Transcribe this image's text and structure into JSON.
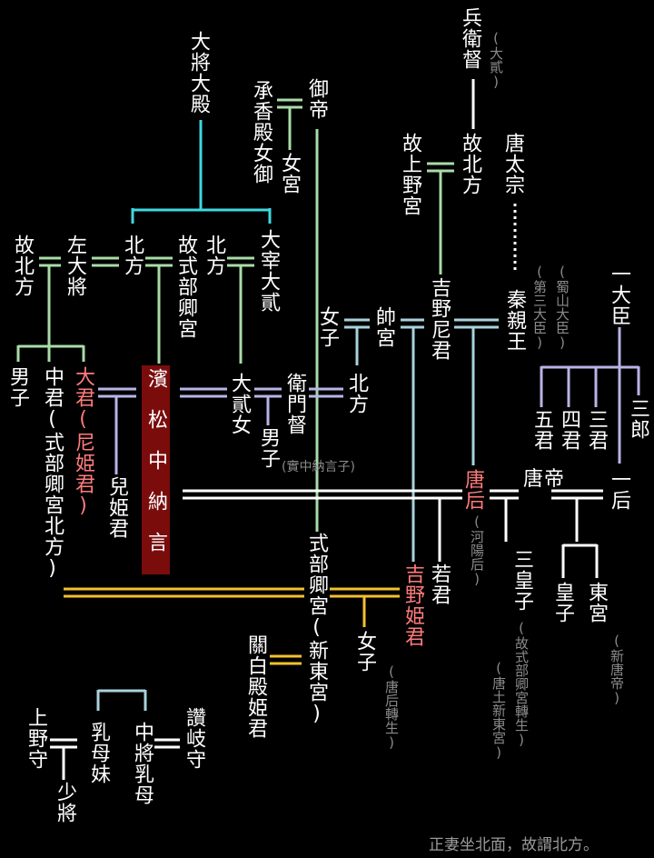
{
  "nodes": {
    "hyoefu": "兵衛督",
    "hyoefu_note": "(大貳)",
    "kohokuho_r": "故北方",
    "tou_taiso": "唐太宗",
    "shinshinno_note": "(第三大臣)",
    "shokuzan_note": "(蜀山大臣)",
    "kojo_yano_miya": "故上野宮",
    "taisho_daidono": "大將大殿",
    "gotei": "御帝",
    "shokyoden": "承香殿女御",
    "nyogu": "女宮",
    "kohokuho_l": "故北方",
    "sadaisho": "左大將",
    "kitanokata_a": "北方",
    "koshikibu": "故式部卿宮",
    "kitanokata_b": "北方",
    "dazai_daini": "大宰大貳",
    "yoshino_amagimi": "吉野尼君",
    "shinshinno": "秦親王",
    "ichi_daijin": "一大臣",
    "nyoshi_a": "女子",
    "sochi_no_miya": "帥宮",
    "nanshi_a": "男子",
    "nakanokimi": "中君(式部卿宮北方)",
    "oikimi": "大君(尼姫君)",
    "hero": "濱松中納言",
    "daini_musume": "大貳女",
    "emon_kami": "衛門督",
    "kitanokata_c": "北方",
    "gonokimi": "五君",
    "shinokimi": "四君",
    "sannokimi": "三君",
    "saburo": "三郎",
    "chigohime": "兒姫君",
    "nanshi_b": "男子",
    "nanshi_b_note": "(實中納言子)",
    "tougou": "唐后",
    "tougou_note": "(河陽后)",
    "toutei": "唐帝",
    "ichigou": "一后",
    "shikibukyo_no_miya": "式部卿宮(新東宮)",
    "yoshino_himegimi": "吉野姫君",
    "wakagimi": "若君",
    "sannomiko": "三皇子",
    "sannomiko_note1": "(故式部卿宮轉生)",
    "sannomiko_note2": "(唐土新東宮)",
    "ouji": "皇子",
    "tougu": "東宮",
    "tougu_note": "(新唐帝)",
    "kanpaku_himegimi": "關白殿姫君",
    "nyoshi_b": "女子",
    "nyoshi_b_note": "(唐后轉生)",
    "kozuke_no_kami": "上野守",
    "shosho": "少將",
    "menoto_imoto": "乳母妹",
    "chujo_menoto": "中將乳母",
    "sanuki_no_kami": "讚岐守"
  },
  "footer_note": "正妻坐北面，故謂北方。",
  "colors": {
    "background": "#000000",
    "text": "#ffffff",
    "highlight_text": "#ff7b7b",
    "hero_box": "#7a0c0c",
    "note": "#8a8a8a",
    "line_cyan": "#3fd8e0",
    "line_green": "#a8dca8",
    "line_lavender": "#b8b4e6",
    "line_white": "#ffffff",
    "line_gold": "#f2c12e",
    "line_lightblue": "#a9d2dc",
    "line_gray": "#bbbbbb"
  }
}
